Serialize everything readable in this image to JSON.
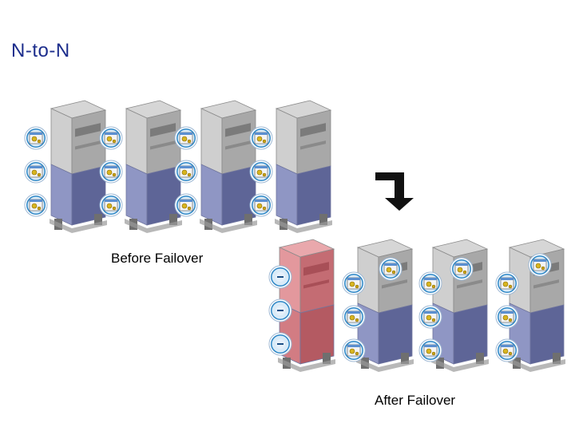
{
  "title": "N-to-N",
  "captions": {
    "before": "Before Failover",
    "after": "After Failover"
  },
  "colors": {
    "title": "#1c2d8c",
    "server_gray": "#c9c9c9",
    "server_blue": "#7e86b7",
    "server_failed": "#d9868b",
    "badge_blue": "#2f88c7"
  },
  "groups": [
    {
      "name": "before-failover",
      "servers": [
        {
          "status": "active",
          "services": 3
        },
        {
          "status": "active",
          "services": 3
        },
        {
          "status": "active",
          "services": 3
        },
        {
          "status": "active",
          "services": 3
        }
      ]
    },
    {
      "name": "after-failover",
      "servers": [
        {
          "status": "failed",
          "services": 3
        },
        {
          "status": "active",
          "services": 4
        },
        {
          "status": "active",
          "services": 4
        },
        {
          "status": "active",
          "services": 4
        }
      ]
    }
  ],
  "icons": {
    "service": "gear-window-icon",
    "failed_service": "empty-slot-icon",
    "transition": "arrow-down-icon"
  }
}
